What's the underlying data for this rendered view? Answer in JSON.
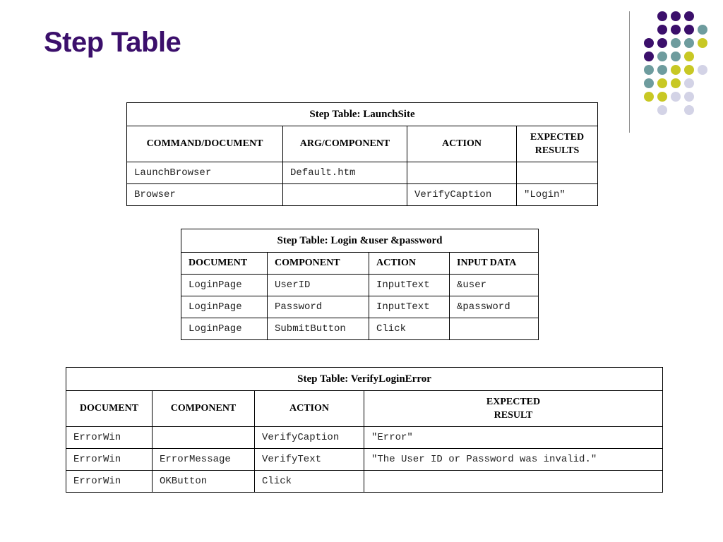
{
  "slide": {
    "title": "Step Table"
  },
  "decoration": {
    "colors": {
      "purple": "#3b0f6b",
      "teal": "#6e9c9e",
      "olive": "#c8c824",
      "lavender": "#d3d3e6"
    }
  },
  "tables": {
    "launch": {
      "caption": "Step Table: LaunchSite",
      "headers": [
        "COMMAND/DOCUMENT",
        "ARG/COMPONENT",
        "ACTION",
        "EXPECTED",
        "RESULTS"
      ],
      "rows": [
        [
          "LaunchBrowser",
          "Default.htm",
          "",
          ""
        ],
        [
          "Browser",
          "",
          "VerifyCaption",
          "\"Login\""
        ]
      ]
    },
    "login": {
      "caption": "Step Table: Login &user &password",
      "headers": [
        "DOCUMENT",
        "COMPONENT",
        "ACTION",
        "INPUT DATA"
      ],
      "rows": [
        [
          "LoginPage",
          "UserID",
          "InputText",
          "&user"
        ],
        [
          "LoginPage",
          "Password",
          "InputText",
          "&password"
        ],
        [
          "LoginPage",
          "SubmitButton",
          "Click",
          ""
        ]
      ]
    },
    "verify": {
      "caption": "Step Table: VerifyLoginError",
      "headers": [
        "DOCUMENT",
        "COMPONENT",
        "ACTION",
        "EXPECTED",
        "RESULT"
      ],
      "rows": [
        [
          "ErrorWin",
          "",
          "VerifyCaption",
          "\"Error\""
        ],
        [
          "ErrorWin",
          "ErrorMessage",
          "VerifyText",
          "\"The User ID or Password was invalid.\""
        ],
        [
          "ErrorWin",
          "OKButton",
          "Click",
          ""
        ]
      ]
    }
  }
}
